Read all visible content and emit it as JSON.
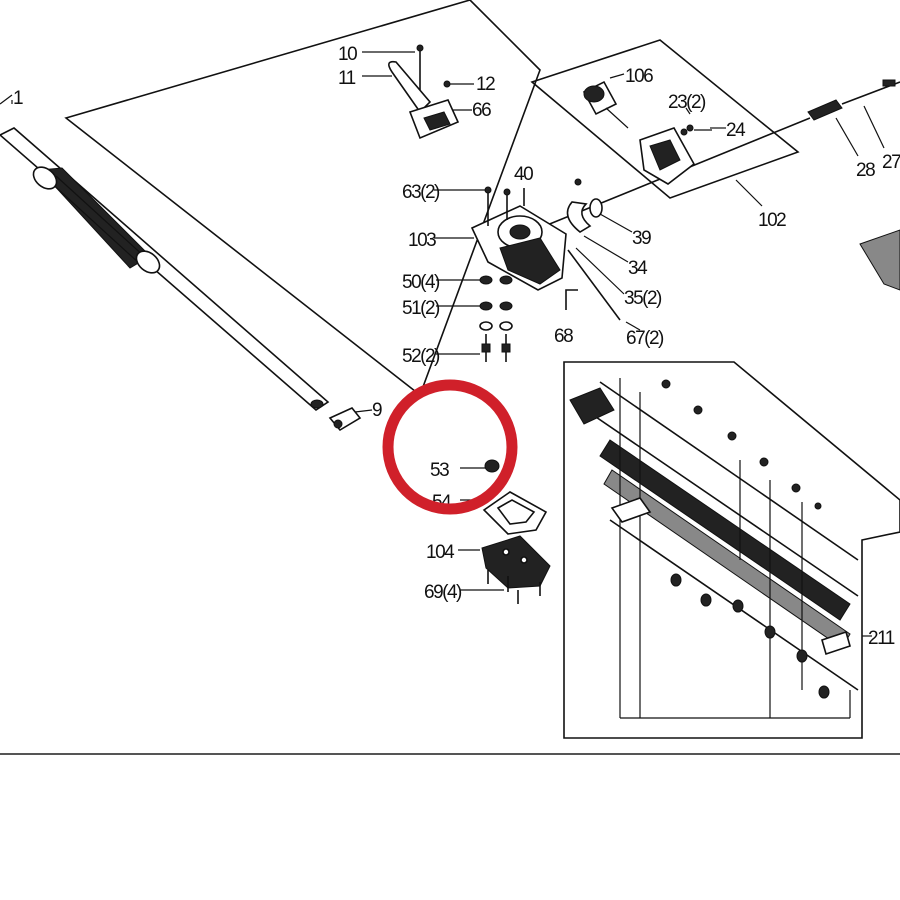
{
  "labels": {
    "p1": "1",
    "p9": "9",
    "p10": "10",
    "p11": "11",
    "p12": "12",
    "p66": "66",
    "p106": "106",
    "p23": "23(2)",
    "p24": "24",
    "p28": "28",
    "p27": "27",
    "p102": "102",
    "p63": "63(2)",
    "p40": "40",
    "p103": "103",
    "p39": "39",
    "p34": "34",
    "p35": "35(2)",
    "p50": "50(4)",
    "p51": "51(2)",
    "p68": "68",
    "p67": "67(2)",
    "p52": "52(2)",
    "p53": "53",
    "p54": "54",
    "p104": "104",
    "p69": "69(4)",
    "p211": "211"
  },
  "colors": {
    "highlight": "#d0202a",
    "ink": "#111111",
    "divider": "#555555"
  }
}
